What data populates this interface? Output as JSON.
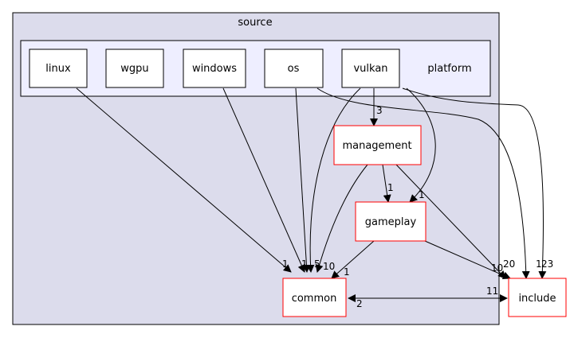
{
  "clusters": {
    "source": {
      "label": "source",
      "fill": "#dcdcec",
      "stroke": "#000000"
    },
    "platform": {
      "label": "platform",
      "fill": "#eeeeff",
      "stroke": "#000000"
    }
  },
  "nodes": {
    "linux": "linux",
    "wgpu": "wgpu",
    "windows": "windows",
    "os": "os",
    "vulkan": "vulkan",
    "management": "management",
    "gameplay": "gameplay",
    "common": "common",
    "include": "include"
  },
  "colors": {
    "platform_node_border": "#000000",
    "module_node_border": "#ff0000",
    "edge": "#000000"
  },
  "edge_labels": {
    "vulkan_management": "3",
    "management_gameplay": "1",
    "vulkan_gameplay": "1",
    "linux_common": "1",
    "windows_common": "1",
    "os_common": "5",
    "vulkan_common": "10",
    "management_common": "1",
    "gameplay_common": "1",
    "include_common": "2",
    "common_include": "11",
    "gameplay_include": "10",
    "management_include": "20",
    "os_include": "1",
    "vulkan_include": "23"
  }
}
